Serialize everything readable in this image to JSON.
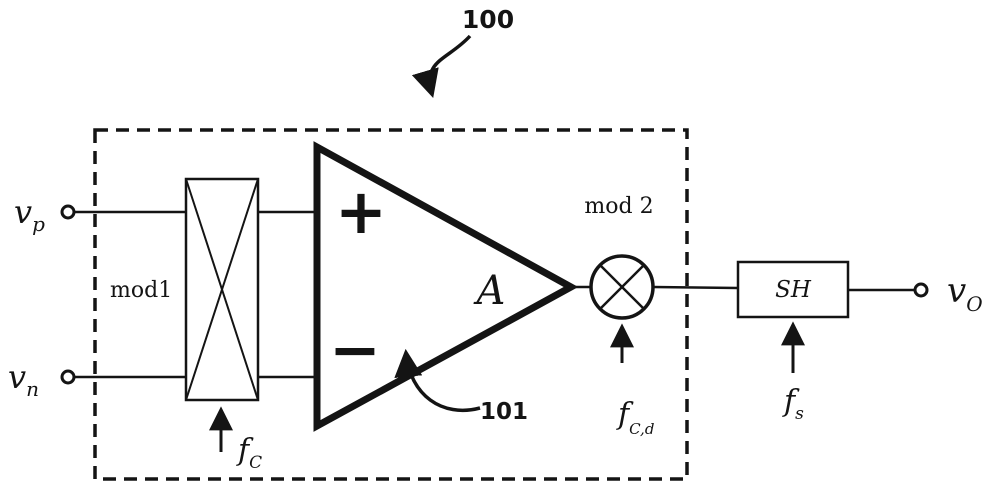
{
  "figure": {
    "system_ref": "100",
    "amplifier_ref": "101"
  },
  "labels": {
    "vp": {
      "base": "v",
      "sub": "p"
    },
    "vn": {
      "base": "v",
      "sub": "n"
    },
    "vo": {
      "base": "v",
      "sub": "O"
    },
    "mod1": "mod1",
    "mod2": "mod 2",
    "gain": "A",
    "plus": "+",
    "minus": "−",
    "sh": "SH",
    "fc": {
      "base": "f",
      "sub": "C"
    },
    "fcd": {
      "base": "f",
      "sub": "C,d"
    },
    "fs": {
      "base": "f",
      "sub": "s"
    }
  },
  "icons": {
    "chopper_cross": "box-with-X",
    "multiplier": "circle-with-X",
    "arrowhead": "filled-triangle"
  },
  "colors": {
    "ink": "#141414",
    "background": "#ffffff"
  }
}
